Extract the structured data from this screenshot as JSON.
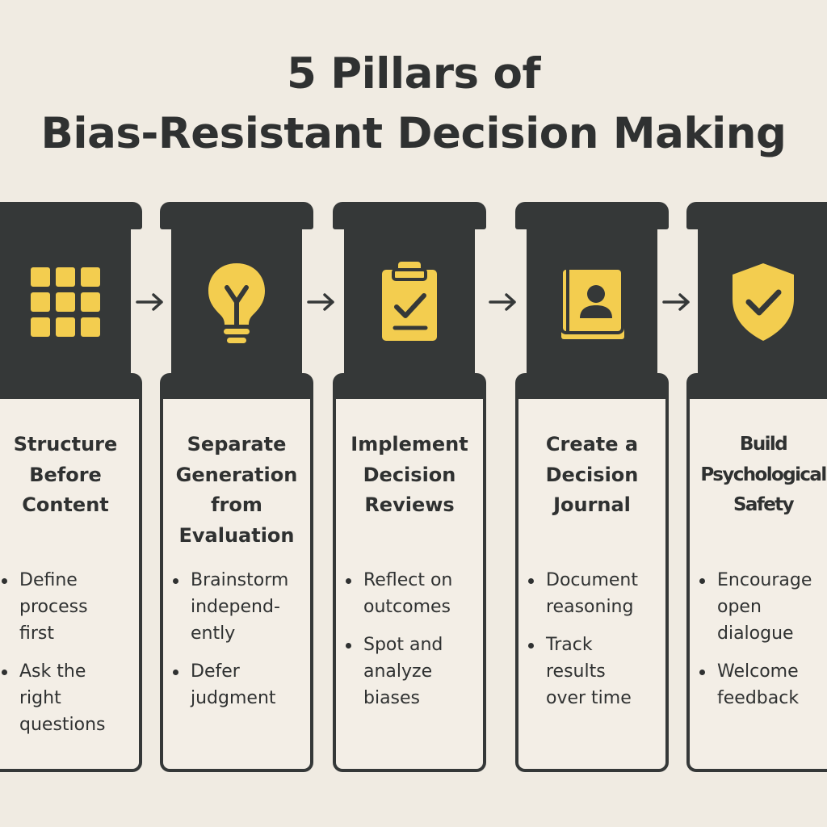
{
  "title": {
    "line1": "5 Pillars of",
    "line2": "Bias-Resistant Decision Making"
  },
  "colors": {
    "background": "#f0ebe2",
    "pillar": "#353838",
    "accent": "#f3cd4f",
    "text": "#2f3131"
  },
  "pillars": [
    {
      "icon": "grid-icon",
      "heading": "Structure\nBefore\nContent",
      "bullets": [
        "Define\nprocess\nfirst",
        "Ask the\nright\nquestions"
      ]
    },
    {
      "icon": "lightbulb-icon",
      "heading": "Separate\nGeneration\nfrom\nEvaluation",
      "bullets": [
        "Brainstorm\nindepend-\nently",
        "Defer\njudgment"
      ]
    },
    {
      "icon": "clipboard-check-icon",
      "heading": "Implement\nDecision\nReviews",
      "bullets": [
        "Reflect on\noutcomes",
        "Spot and\nanalyze\nbiases"
      ]
    },
    {
      "icon": "journal-icon",
      "heading": "Create a\nDecision\nJournal",
      "bullets": [
        "Document\nreasoning",
        "Track\nresults\nover time"
      ]
    },
    {
      "icon": "shield-check-icon",
      "heading": "Build\nPsychological\nSafety",
      "bullets": [
        "Encourage\nopen\ndialogue",
        "Welcome\nfeedback"
      ]
    }
  ]
}
